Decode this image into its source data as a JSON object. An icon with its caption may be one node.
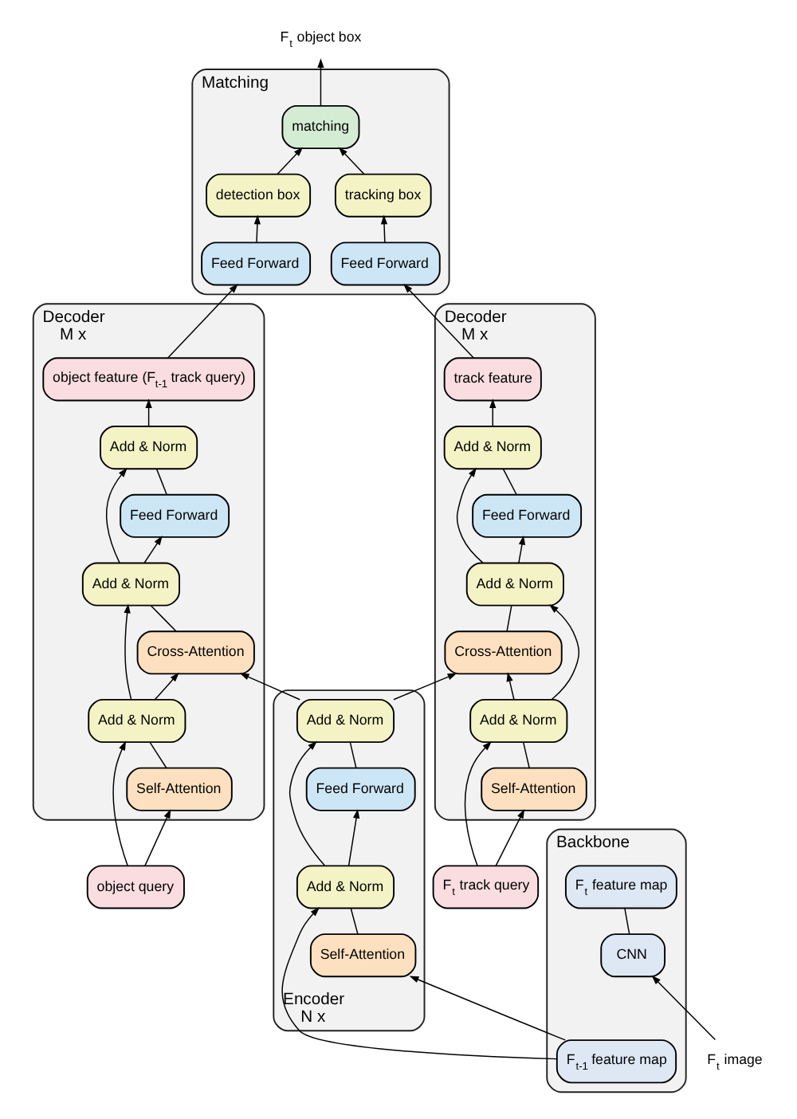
{
  "diagram": {
    "nodes": [
      {
        "text": [
          "Encoder",
          "N x"
        ]
      },
      {
        "text": [
          "Add & Norm"
        ],
        "in": 0
      },
      {
        "text": [
          "Feed Forward"
        ],
        "in": 0
      },
      {
        "text": [
          "Add & Norm"
        ],
        "in": 0
      },
      {
        "text": [
          "Self-Attention"
        ],
        "in": 0
      },
      {
        "text": [
          "Matching"
        ]
      },
      {
        "text": [
          "detection box"
        ],
        "in": 5
      },
      {
        "text": [
          "matching"
        ],
        "in": 5
      },
      {
        "text": [
          "tracking box"
        ],
        "in": 5
      },
      {
        "text": [
          "Feed Forward"
        ],
        "in": 5
      },
      {
        "text": [
          "Feed Forward"
        ],
        "in": 5
      },
      {
        "text": [
          "F$_{t}$ object box"
        ]
      },
      {
        "text": [
          "Decoder",
          "M x"
        ]
      },
      {
        "text": [
          "object feature (F$_{t-1}$ track query)"
        ],
        "in": 12
      },
      {
        "text": [
          "Add & Norm"
        ],
        "in": 12
      },
      {
        "text": [
          "Feed Forward"
        ],
        "in": 12
      },
      {
        "text": [
          "Add & Norm"
        ],
        "in": 12
      },
      {
        "text": [
          "Cross-Attention"
        ],
        "in": 12
      },
      {
        "text": [
          "Add & Norm"
        ],
        "in": 12
      },
      {
        "text": [
          "Self-Attention"
        ],
        "in": 12
      },
      {
        "text": [
          "Decoder",
          "M x"
        ]
      },
      {
        "text": [
          "track feature"
        ],
        "in": 20
      },
      {
        "text": [
          "Add & Norm"
        ],
        "in": 20
      },
      {
        "text": [
          "Feed Forward"
        ],
        "in": 20
      },
      {
        "text": [
          "Add & Norm"
        ],
        "in": 20
      },
      {
        "text": [
          "Cross-Attention"
        ],
        "in": 20
      },
      {
        "text": [
          "Add & Norm"
        ],
        "in": 20
      },
      {
        "text": [
          "Self-Attention"
        ],
        "in": 20
      },
      {
        "text": [
          "Backbone"
        ]
      },
      {
        "text": [
          "F$_{t-1}$ feature map"
        ],
        "in": 28
      },
      {
        "text": [
          "F$_{t}$ feature map"
        ],
        "in": 28
      },
      {
        "text": [
          "CNN"
        ],
        "in": 28
      },
      {
        "text": [
          "F$_{t}$ image"
        ]
      },
      {
        "text": [
          "object query"
        ]
      },
      {
        "text": [
          "F$_{t}$ track query"
        ]
      }
    ],
    "edges": [
      {
        "from": 32,
        "to": 31,
        "arrow": "to"
      },
      {
        "from": 31,
        "to": 30,
        "arrow": "none"
      },
      {
        "from": 29,
        "to": 4,
        "arrow": "to"
      },
      {
        "from": 29,
        "to": 3,
        "arrow": "to"
      },
      {
        "from": 4,
        "to": 3,
        "arrow": "none"
      },
      {
        "from": 3,
        "to": 2,
        "arrow": "to"
      },
      {
        "from": 3,
        "to": 1,
        "arrow": "to"
      },
      {
        "from": 2,
        "to": 1,
        "arrow": "none"
      },
      {
        "from": 1,
        "to": 17,
        "arrow": "to"
      },
      {
        "from": 1,
        "to": 25,
        "arrow": "to"
      },
      {
        "from": 33,
        "to": 19,
        "arrow": "to"
      },
      {
        "from": 33,
        "to": 18,
        "arrow": "to"
      },
      {
        "from": 19,
        "to": 18,
        "arrow": "none"
      },
      {
        "from": 18,
        "to": 17,
        "arrow": "to"
      },
      {
        "from": 18,
        "to": 16,
        "arrow": "to"
      },
      {
        "from": 17,
        "to": 16,
        "arrow": "none"
      },
      {
        "from": 16,
        "to": 15,
        "arrow": "to"
      },
      {
        "from": 16,
        "to": 14,
        "arrow": "to"
      },
      {
        "from": 15,
        "to": 14,
        "arrow": "none"
      },
      {
        "from": 14,
        "to": 13,
        "arrow": "to"
      },
      {
        "from": 13,
        "to": 9,
        "arrow": "to"
      },
      {
        "from": 34,
        "to": 27,
        "arrow": "to"
      },
      {
        "from": 34,
        "to": 26,
        "arrow": "to"
      },
      {
        "from": 27,
        "to": 26,
        "arrow": "none"
      },
      {
        "from": 26,
        "to": 25,
        "arrow": "to"
      },
      {
        "from": 26,
        "to": 24,
        "arrow": "to"
      },
      {
        "from": 25,
        "to": 24,
        "arrow": "none"
      },
      {
        "from": 24,
        "to": 23,
        "arrow": "to"
      },
      {
        "from": 24,
        "to": 22,
        "arrow": "to"
      },
      {
        "from": 23,
        "to": 22,
        "arrow": "none"
      },
      {
        "from": 22,
        "to": 21,
        "arrow": "to"
      },
      {
        "from": 21,
        "to": 10,
        "arrow": "to"
      },
      {
        "from": 9,
        "to": 6,
        "arrow": "to"
      },
      {
        "from": 10,
        "to": 8,
        "arrow": "to"
      },
      {
        "from": 6,
        "to": 7,
        "arrow": "to"
      },
      {
        "from": 8,
        "to": 7,
        "arrow": "to"
      },
      {
        "from": 7,
        "to": 11,
        "arrow": "to"
      }
    ]
  }
}
